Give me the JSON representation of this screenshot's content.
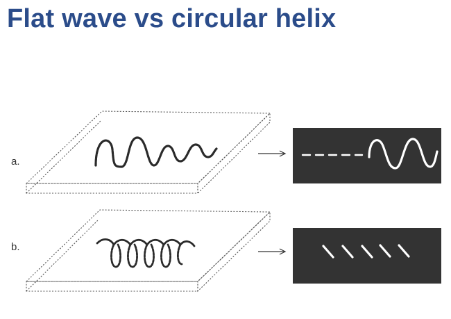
{
  "title": "Flat wave vs circular helix",
  "rows": [
    {
      "label": "a."
    },
    {
      "label": "b."
    }
  ],
  "colors": {
    "title": "#2b4c8a",
    "panel": "#333333",
    "trace": "#ffffff",
    "ink": "#2a2a2a"
  }
}
